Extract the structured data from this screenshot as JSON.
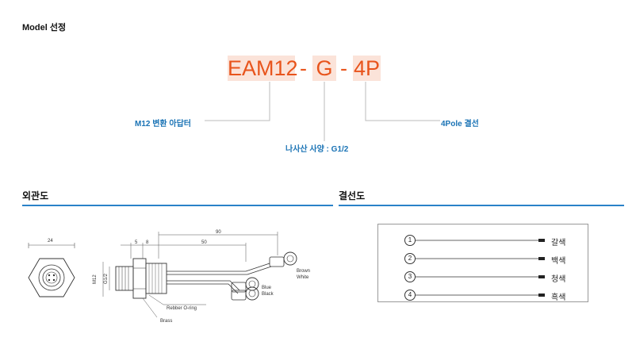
{
  "header": {
    "title": "Model 선정"
  },
  "model_code": {
    "part1": "EAM12",
    "sep1": "-",
    "part2": "G",
    "sep2": "-",
    "part3": "4P"
  },
  "callouts": {
    "adapter": "M12 변환 아답터",
    "thread": "나사산 사양 : G1/2",
    "pole": "4Pole 결선"
  },
  "sections": {
    "outline": "외관도",
    "wiring": "결선도"
  },
  "outline_drawing": {
    "dim_hex": "24",
    "dim_a": "5",
    "dim_b": "8",
    "dim_total": "90",
    "dim_wire": "50",
    "dim_m12": "M12",
    "dim_g12": "G1/2",
    "label_brown": "Brown",
    "label_white": "White",
    "label_blue": "Blue",
    "label_black": "Black",
    "label_oring": "Rebber O-ring",
    "label_brass": "Brass"
  },
  "wiring": {
    "rows": [
      {
        "num": "1",
        "label": "갈색"
      },
      {
        "num": "2",
        "label": "백색"
      },
      {
        "num": "3",
        "label": "청색"
      },
      {
        "num": "4",
        "label": "흑색"
      }
    ]
  },
  "colors": {
    "accent": "#e8541c",
    "accent_bg": "#fbe3d9",
    "blue": "#1a73b5",
    "rule": "#2a82c8"
  }
}
